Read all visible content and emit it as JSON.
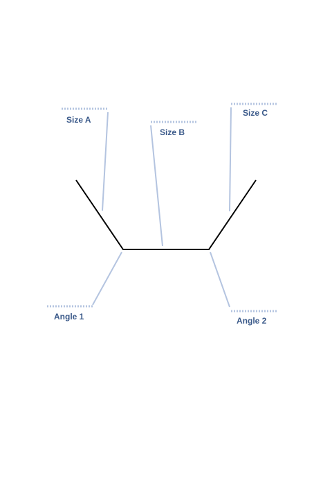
{
  "labels": {
    "size_a": "Size A",
    "size_b": "Size B",
    "size_c": "Size C",
    "angle_1": "Angle 1",
    "angle_2": "Angle 2"
  },
  "colors": {
    "shape_stroke": "#000000",
    "leader_stroke": "#b4c4e0",
    "label_text": "#3b5a8a"
  }
}
